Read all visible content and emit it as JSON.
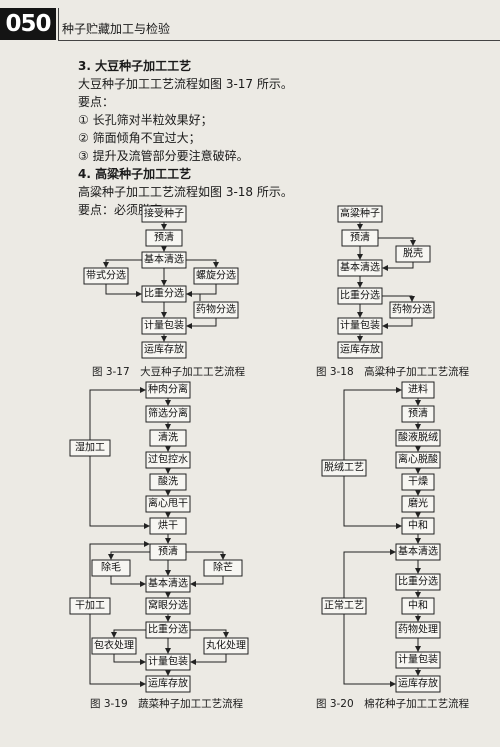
{
  "header": {
    "page_number": "050",
    "book_title": "种子贮藏加工与检验"
  },
  "sec3": {
    "title": "3. 大豆种子加工工艺",
    "intro": "大豆种子加工工艺流程如图 3-17 所示。",
    "points_label": "要点：",
    "p1": "① 长孔筛对半粒效果好；",
    "p2": "② 筛面倾角不宜过大；",
    "p3": "③ 提升及流管部分要注意破碎。"
  },
  "sec4": {
    "title": "4. 高粱种子加工工艺",
    "intro": "高粱种子加工工艺流程如图 3-18 所示。",
    "points_label": "要点：必须脱壳。"
  },
  "fig17": {
    "caption": "图 3-17　大豆种子加工工艺流程",
    "n1": "接受种子",
    "n2": "预清",
    "n3": "基本清选",
    "n4": "带式分选",
    "n5": "螺旋分选",
    "n6": "比重分选",
    "n7": "药物分选",
    "n8": "计量包装",
    "n9": "运库存放"
  },
  "fig18": {
    "caption": "图 3-18　高粱种子加工工艺流程",
    "n1": "高粱种子",
    "n2": "预清",
    "n3": "脱壳",
    "n4": "基本清选",
    "n5": "比重分选",
    "n6": "药物分选",
    "n7": "计量包装",
    "n8": "运库存放"
  },
  "fig19": {
    "caption": "图 3-19　蔬菜种子加工工艺流程",
    "n1": "种肉分离",
    "n2": "筛选分离",
    "n3": "清洗",
    "n4": "过包控水",
    "n5": "酸洗",
    "n6": "离心甩干",
    "n7": "烘干",
    "side1": "湿加工",
    "n8": "预清",
    "n9": "除毛",
    "n10": "除芒",
    "n11": "基本清选",
    "n12": "窝眼分选",
    "side2": "干加工",
    "n13": "比重分选",
    "n14": "包衣处理",
    "n15": "丸化处理",
    "n16": "计量包装",
    "n17": "运库存放"
  },
  "fig20": {
    "caption": "图 3-20　棉花种子加工工艺流程",
    "n1": "进料",
    "n2": "预清",
    "n3": "酸液脱绒",
    "n4": "离心脱酸",
    "n5": "干燥",
    "n6": "磨光",
    "n7": "中和",
    "side1": "脱绒工艺",
    "n8": "基本清选",
    "n9": "比重分选",
    "n10": "中和",
    "n11": "药物处理",
    "n12": "计量包装",
    "n13": "运库存放",
    "side2": "正常工艺"
  }
}
